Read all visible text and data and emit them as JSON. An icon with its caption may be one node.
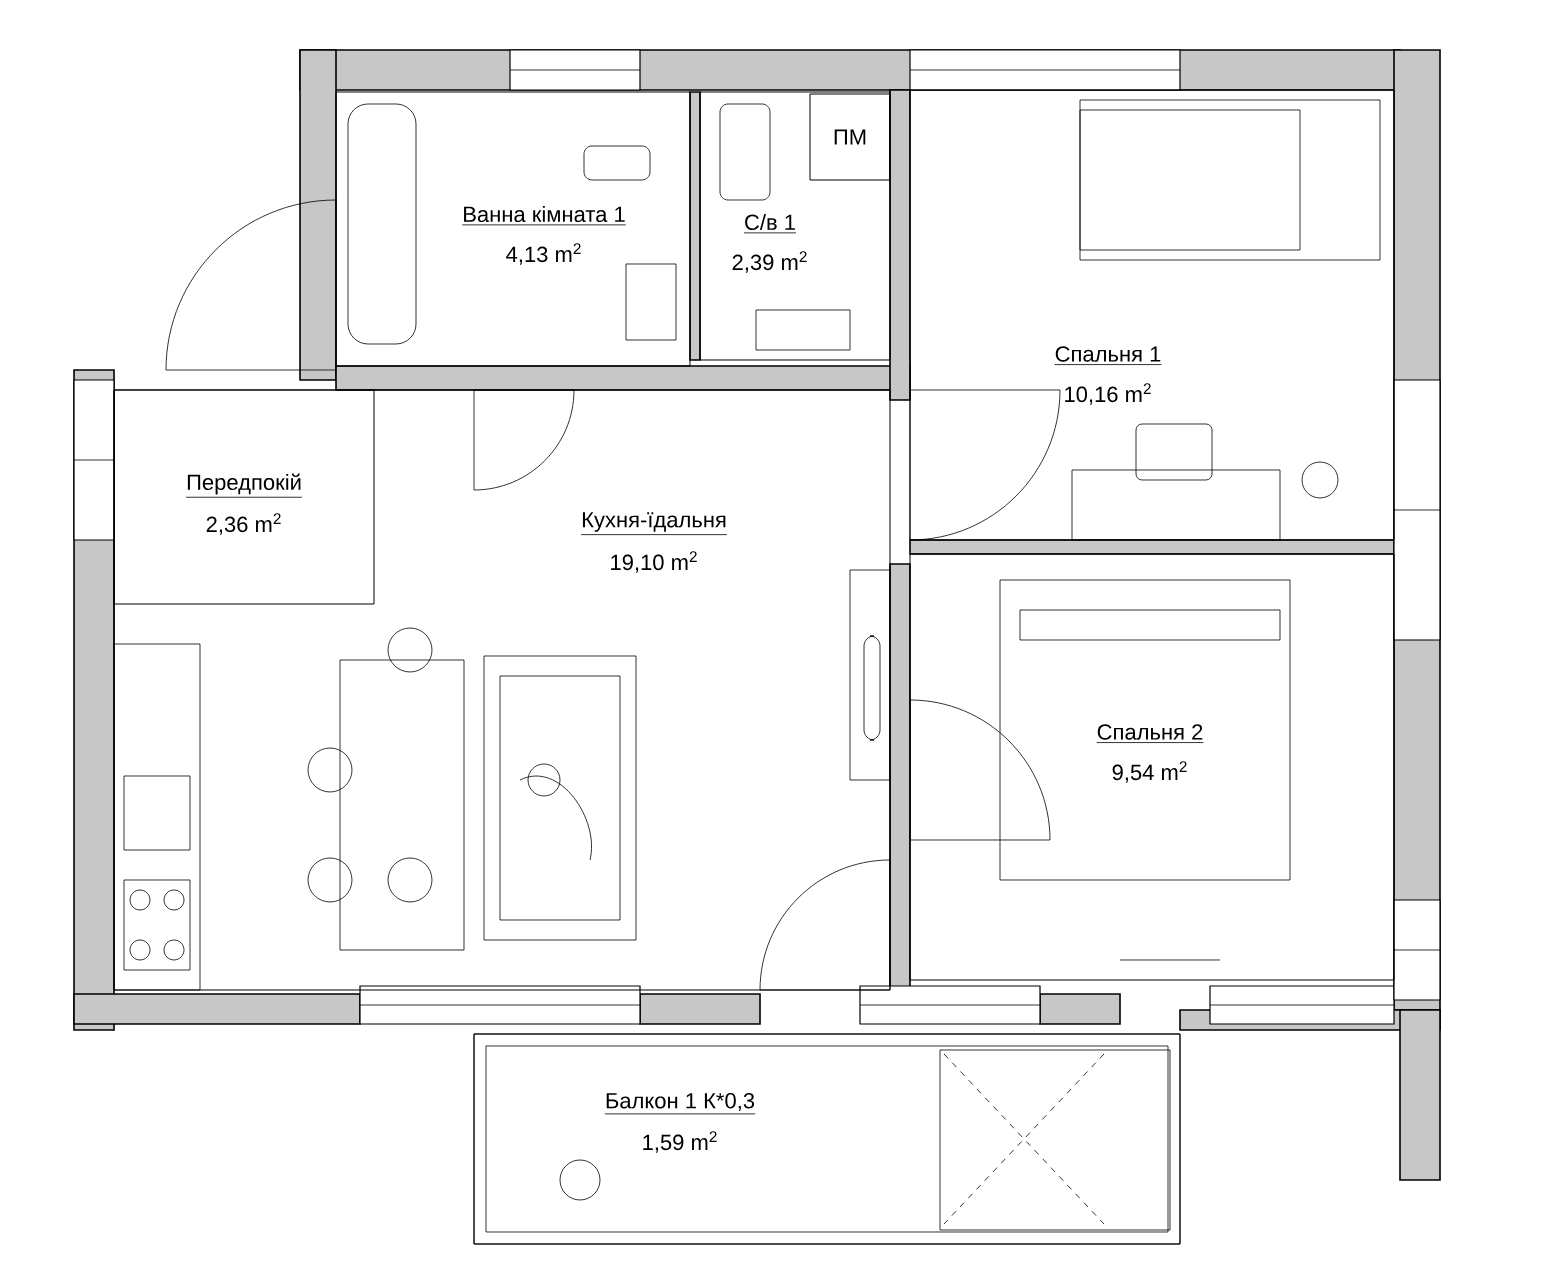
{
  "diagram": {
    "nodes": [
      {
        "text": [
          "Ванна кімната 1",
          "4,13 m$^{2}$"
        ]
      },
      {
        "text": [
          "С/в 1",
          "2,39 m$^{2}$"
        ]
      },
      {
        "text": [
          "ПМ"
        ],
        "in": 1
      },
      {
        "text": [
          "Спальня 1",
          "10,16 m$^{2}$"
        ]
      },
      {
        "text": [
          "Кухня-їдальня",
          "19,10 m$^{2}$"
        ]
      },
      {
        "text": [
          "Передпокій",
          "2,36 m$^{2}$"
        ],
        "in": 4
      },
      {
        "text": [
          "Спальня 2",
          "9,54 m$^{2}$"
        ]
      },
      {
        "text": [
          "Балкон 1 К*0,3",
          "1,59 m$^{2}$"
        ]
      }
    ]
  }
}
